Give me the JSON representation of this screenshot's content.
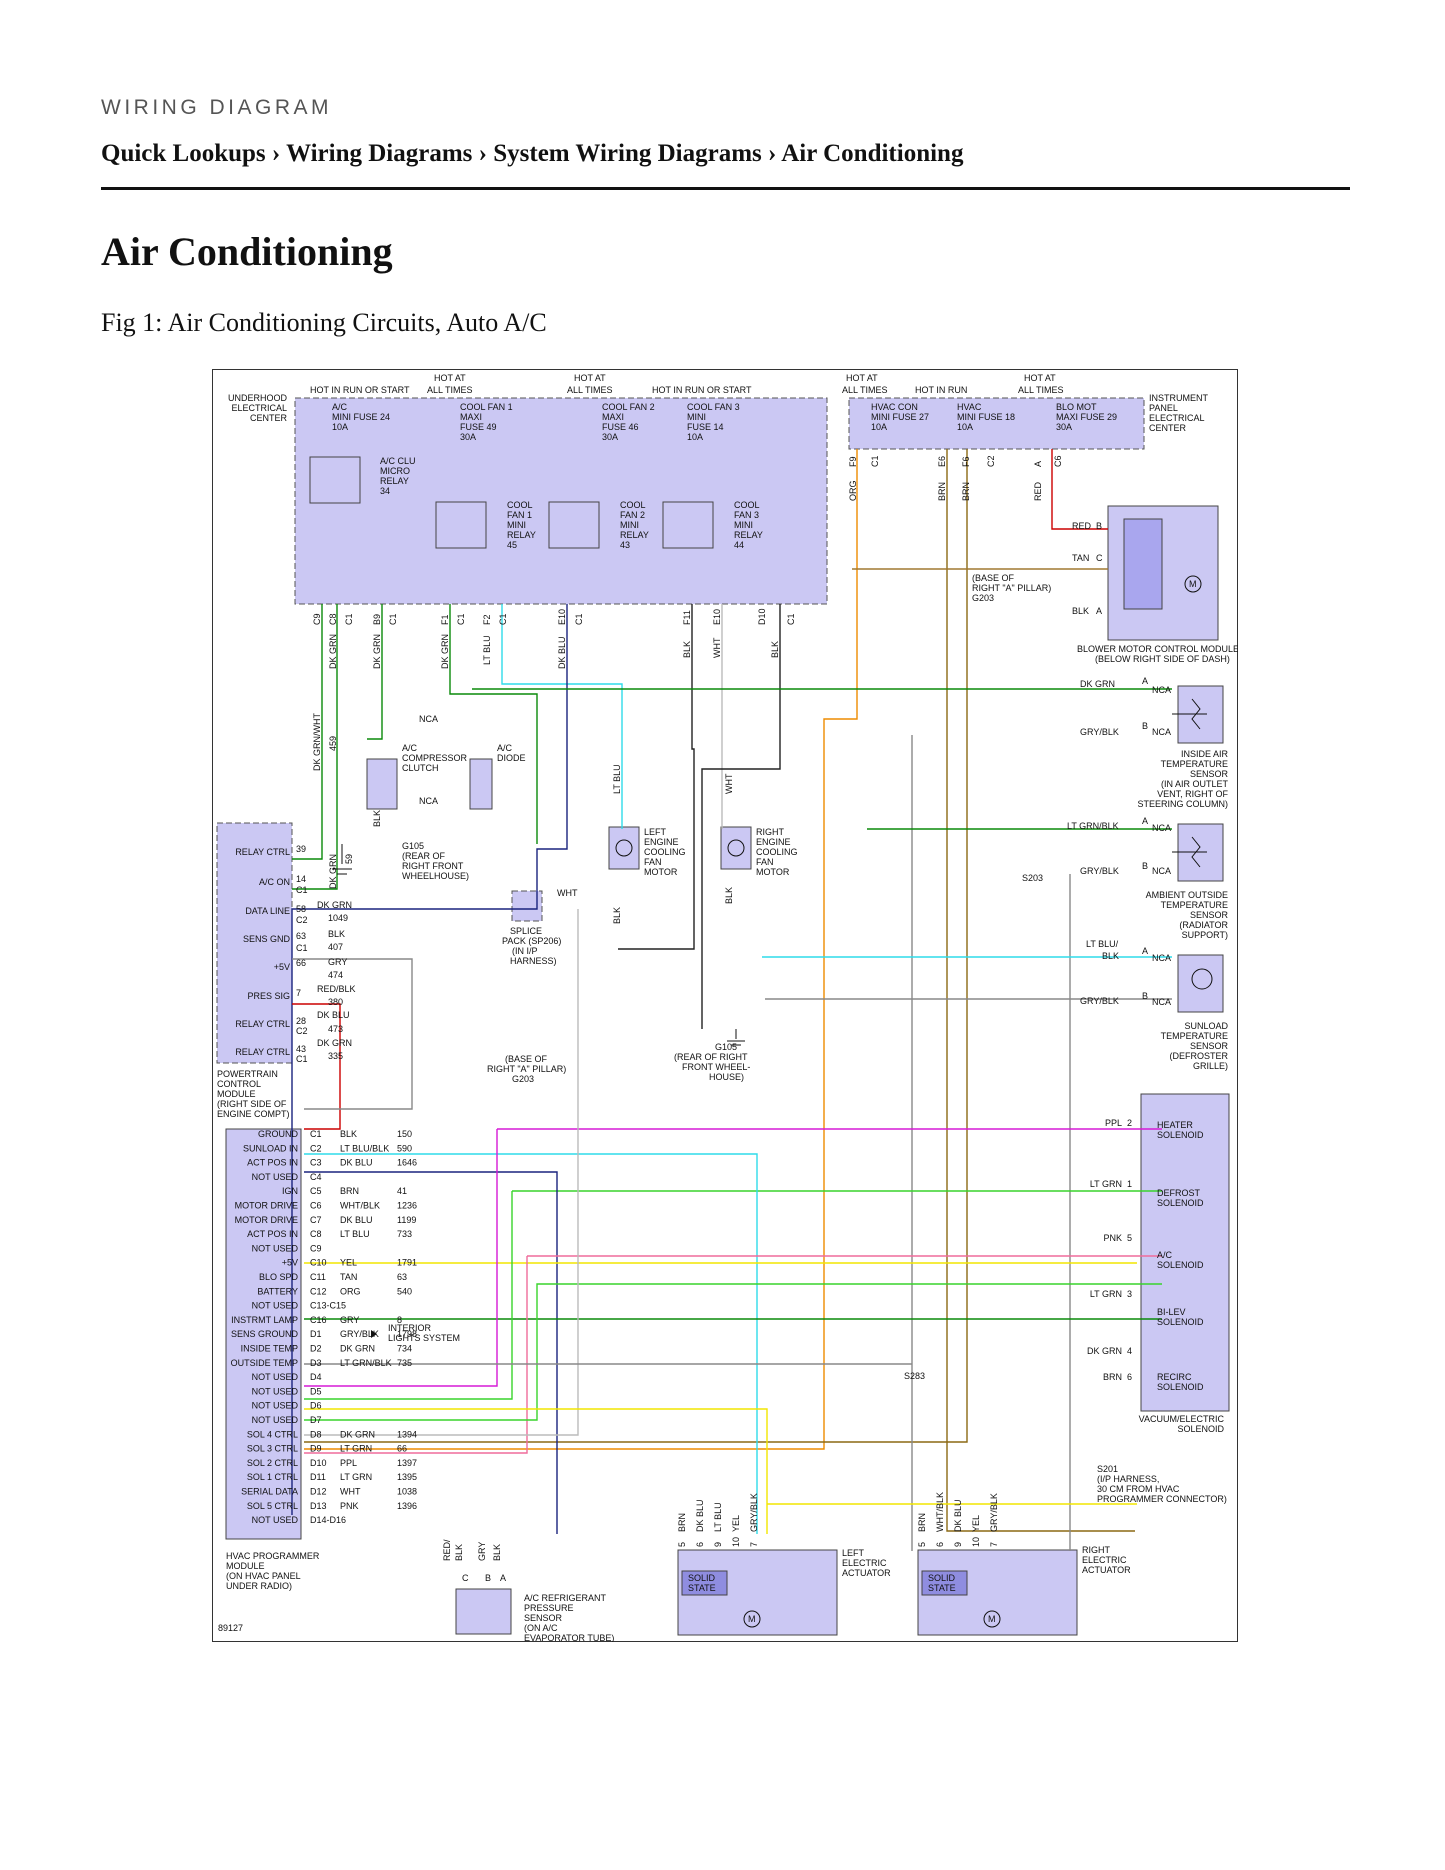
{
  "header": {
    "kicker": "WIRING DIAGRAM"
  },
  "breadcrumb": {
    "items": [
      "Quick Lookups",
      "Wiring Diagrams",
      "System Wiring Diagrams",
      "Air Conditioning"
    ],
    "separator": "›"
  },
  "page": {
    "title": "Air Conditioning",
    "fig_caption": "Fig 1: Air Conditioning Circuits, Auto A/C"
  },
  "diagram": {
    "id": "89127",
    "top_labels": [
      "HOT IN RUN OR START",
      "HOT AT",
      "ALL TIMES",
      "HOT AT",
      "ALL TIMES",
      "HOT IN RUN OR START",
      "HOT AT",
      "ALL TIMES",
      "HOT IN RUN",
      "HOT AT",
      "ALL TIMES"
    ],
    "underhood": [
      "UNDERHOOD",
      "ELECTRICAL",
      "CENTER"
    ],
    "ipec": [
      "INSTRUMENT",
      "PANEL",
      "ELECTRICAL",
      "CENTER"
    ],
    "fuses": {
      "ac": [
        "A/C",
        "MINI FUSE 24",
        "10A"
      ],
      "fan1": [
        "COOL FAN 1",
        "MAXI",
        "FUSE 49",
        "30A"
      ],
      "fan2": [
        "COOL FAN 2",
        "MAXI",
        "FUSE 46",
        "30A"
      ],
      "fan3": [
        "COOL FAN 3",
        "MINI",
        "FUSE 14",
        "10A"
      ],
      "hvaccon": [
        "HVAC CON",
        "MINI FUSE 27",
        "10A"
      ],
      "hvac": [
        "HVAC",
        "MINI FUSE 18",
        "10A"
      ],
      "blomot": [
        "BLO MOT",
        "MAXI FUSE 29",
        "30A"
      ]
    },
    "relays": {
      "ac": [
        "A/C CLU",
        "MICRO",
        "RELAY",
        "34"
      ],
      "fan1": [
        "COOL",
        "FAN 1",
        "MINI",
        "RELAY",
        "45"
      ],
      "fan2": [
        "COOL",
        "FAN 2",
        "MINI",
        "RELAY",
        "43"
      ],
      "fan3": [
        "COOL",
        "FAN 3",
        "MINI",
        "RELAY",
        "44"
      ]
    },
    "uh_connectors": [
      "C9",
      "C8",
      "C1",
      "B9",
      "C1",
      "F1",
      "C1",
      "F2",
      "C1",
      "E10",
      "C1",
      "F11",
      "E10",
      "D10",
      "C1"
    ],
    "uh_wires": [
      "DK GRN",
      "DK GRN",
      "DK GRN",
      "LT BLU",
      "DK BLU",
      "BLK",
      "WHT",
      "BLK"
    ],
    "ipec_connectors": [
      "F9",
      "C1",
      "E6",
      "F6",
      "C2",
      "A",
      "C6"
    ],
    "ipec_wires": [
      "ORG",
      "BRN",
      "BRN",
      "RED"
    ],
    "compressor": {
      "label": [
        "A/C",
        "COMPRESSOR",
        "CLUTCH"
      ],
      "diode": [
        "A/C",
        "DIODE"
      ],
      "nca1": "NCA",
      "nca2": "NCA",
      "wire_left": "DK GRN/WHT",
      "wire_num": "459",
      "blk": "BLK"
    },
    "g105a": [
      "G105",
      "(REAR OF",
      "RIGHT FRONT",
      "WHEELHOUSE)"
    ],
    "g105b": [
      "G105",
      "(REAR OF RIGHT",
      "FRONT WHEEL-",
      "HOUSE)"
    ],
    "g203a": [
      "(BASE OF",
      "RIGHT \"A\" PILLAR)",
      "G203"
    ],
    "g203b": [
      "(BASE OF",
      "RIGHT \"A\" PILLAR)",
      "G203"
    ],
    "splice": [
      "SPLICE",
      "PACK (SP206)",
      "(IN I/P",
      "HARNESS)"
    ],
    "splice_wht": "WHT",
    "left_fan": [
      "LEFT",
      "ENGINE",
      "COOLING",
      "FAN",
      "MOTOR"
    ],
    "right_fan": [
      "RIGHT",
      "ENGINE",
      "COOLING",
      "FAN",
      "MOTOR"
    ],
    "fan_wires": {
      "ltblu": "LT BLU",
      "wht": "WHT",
      "blk1": "BLK",
      "blk2": "BLK"
    },
    "blower": {
      "label": [
        "BLOWER MOTOR CONTROL MODULE",
        "(BELOW RIGHT SIDE OF DASH)"
      ],
      "red": "RED",
      "b": "B",
      "tan": "TAN",
      "c": "C",
      "blk": "BLK",
      "a": "A",
      "m": "M"
    },
    "inside_sensor": {
      "label": [
        "INSIDE AIR",
        "TEMPERATURE",
        "SENSOR",
        "(IN AIR OUTLET",
        "VENT, RIGHT OF",
        "STEERING COLUMN)"
      ],
      "w1": "DK GRN",
      "w2": "GRY/BLK",
      "p1": "A",
      "p2": "B",
      "nca": "NCA"
    },
    "ambient_sensor": {
      "label": [
        "AMBIENT OUTSIDE",
        "TEMPERATURE",
        "SENSOR",
        "(RADIATOR",
        "SUPPORT)"
      ],
      "w1": "LT GRN/BLK",
      "w2": "GRY/BLK",
      "p1": "A",
      "p2": "B",
      "nca": "NCA"
    },
    "sunload_sensor": {
      "label": [
        "SUNLOAD",
        "TEMPERATURE",
        "SENSOR",
        "(DEFROSTER",
        "GRILLE)"
      ],
      "w1a": "LT BLU/",
      "w1b": "BLK",
      "w2": "GRY/BLK",
      "p1": "A",
      "p2": "B",
      "nca": "NCA"
    },
    "s203": "S203",
    "s283": "S283",
    "s201": [
      "S201",
      "(I/P HARNESS,",
      "30 CM FROM HVAC",
      "PROGRAMMER CONNECTOR)"
    ],
    "pcm": {
      "label": [
        "POWERTRAIN",
        "CONTROL",
        "MODULE",
        "(RIGHT SIDE OF",
        "ENGINE COMPT)"
      ],
      "pins": [
        "RELAY CTRL",
        "A/C ON",
        "DATA LINE",
        "SENS GND",
        "+5V",
        "PRES SIG",
        "RELAY CTRL",
        "RELAY CTRL"
      ],
      "cav": [
        "39",
        "14",
        "58",
        "63",
        "66",
        "7",
        "28",
        "43"
      ],
      "conn": [
        "C1",
        "C1",
        "C2",
        "C1",
        "C1",
        "C2",
        "C2",
        "C1"
      ],
      "wires": [
        "DK GRN",
        "1049",
        "BLK",
        "407",
        "GRY",
        "474",
        "RED/BLK",
        "380",
        "DK BLU",
        "473",
        "DK GRN",
        "335"
      ],
      "side": [
        "DK GRN",
        "59"
      ]
    },
    "hvac": {
      "label": [
        "HVAC PROGRAMMER",
        "MODULE",
        "(ON HVAC PANEL",
        "UNDER RADIO)"
      ],
      "pins": [
        "GROUND",
        "SUNLOAD IN",
        "ACT POS IN",
        "NOT USED",
        "IGN",
        "MOTOR DRIVE",
        "MOTOR DRIVE",
        "ACT POS IN",
        "NOT USED",
        "+5V",
        "BLO SPD",
        "BATTERY",
        "NOT USED",
        "INSTRMT LAMP",
        "SENS GROUND",
        "INSIDE TEMP",
        "OUTSIDE TEMP",
        "NOT USED",
        "NOT USED",
        "NOT USED",
        "NOT USED",
        "SOL 4 CTRL",
        "SOL 3 CTRL",
        "SOL 2 CTRL",
        "SOL 1 CTRL",
        "SERIAL DATA",
        "SOL 5 CTRL",
        "NOT USED"
      ],
      "cav": [
        "C1",
        "C2",
        "C3",
        "C4",
        "C5",
        "C6",
        "C7",
        "C8",
        "C9",
        "C10",
        "C11",
        "C12",
        "C13-C15",
        "C16",
        "D1",
        "D2",
        "D3",
        "D4",
        "D5",
        "D6",
        "D7",
        "D8",
        "D9",
        "D10",
        "D11",
        "D12",
        "D13",
        "D14-D16"
      ],
      "wires": [
        "BLK",
        "LT BLU/BLK",
        "DK BLU",
        "",
        "BRN",
        "WHT/BLK",
        "DK BLU",
        "LT BLU",
        "",
        "YEL",
        "TAN",
        "ORG",
        "",
        "GRY",
        "GRY/BLK",
        "DK GRN",
        "LT GRN/BLK",
        "",
        "",
        "",
        "",
        "DK GRN",
        "LT GRN",
        "PPL",
        "LT GRN",
        "WHT",
        "PNK",
        ""
      ],
      "circ": [
        "150",
        "590",
        "1646",
        "",
        "41",
        "1236",
        "1199",
        "733",
        "",
        "1791",
        "63",
        "540",
        "",
        "8",
        "1798",
        "734",
        "735",
        "",
        "",
        "",
        "",
        "1394",
        "66",
        "1397",
        "1395",
        "1038",
        "1396",
        ""
      ],
      "lamp": [
        "INTERIOR",
        "LIGHTS SYSTEM"
      ]
    },
    "vacuum": {
      "label": [
        "VACUUM/ELECTRIC",
        "SOLENOID"
      ],
      "sols": [
        [
          "HEATER",
          "SOLENOID"
        ],
        [
          "DEFROST",
          "SOLENOID"
        ],
        [
          "A/C",
          "SOLENOID"
        ],
        [
          "BI-LEV",
          "SOLENOID"
        ],
        [
          "RECIRC",
          "SOLENOID"
        ]
      ],
      "wires": [
        "PPL",
        "LT GRN",
        "PNK",
        "LT GRN",
        "DK GRN",
        "BRN"
      ],
      "pins": [
        "2",
        "1",
        "5",
        "3",
        "4",
        "6"
      ]
    },
    "pressure": {
      "label": [
        "A/C REFRIGERANT",
        "PRESSURE",
        "SENSOR",
        "(ON A/C",
        "EVAPORATOR TUBE)"
      ],
      "pins": [
        "C",
        "B",
        "A"
      ],
      "wires": [
        "RED/",
        "BLK",
        "GRY",
        "BLK"
      ]
    },
    "left_act": {
      "label": [
        "LEFT",
        "ELECTRIC",
        "ACTUATOR"
      ],
      "pins": [
        "5",
        "6",
        "9",
        "10",
        "7"
      ],
      "wires": [
        "BRN",
        "DK BLU",
        "LT BLU",
        "YEL",
        "GRY/BLK"
      ],
      "ss": [
        "SOLID",
        "STATE"
      ],
      "m": "M"
    },
    "right_act": {
      "label": [
        "RIGHT",
        "ELECTRIC",
        "ACTUATOR"
      ],
      "pins": [
        "5",
        "6",
        "9",
        "10",
        "7"
      ],
      "wires": [
        "BRN",
        "WHT/BLK",
        "DK BLU",
        "YEL",
        "GRY/BLK"
      ],
      "ss": [
        "SOLID",
        "STATE"
      ],
      "m": "M"
    }
  }
}
